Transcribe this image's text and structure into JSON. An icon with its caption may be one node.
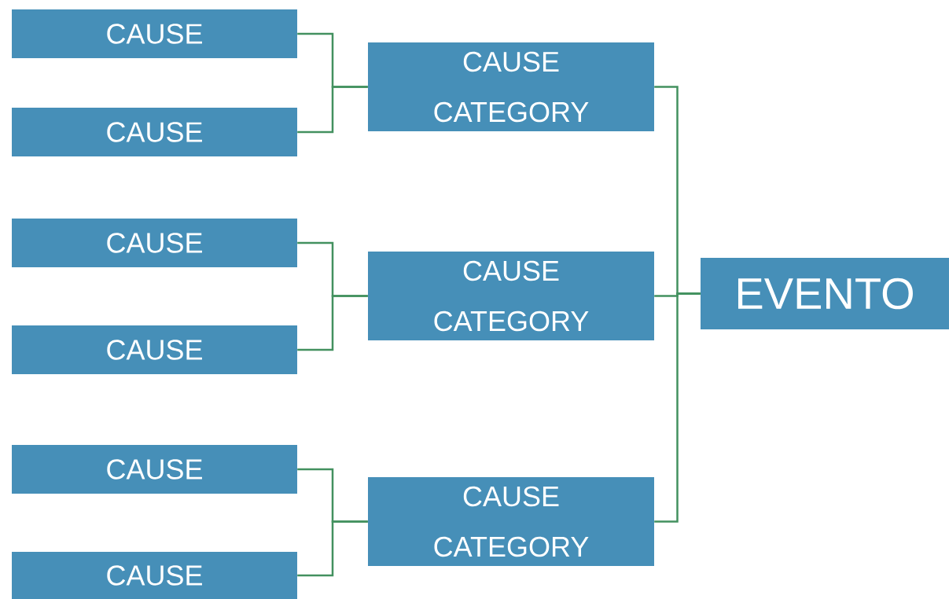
{
  "diagram": {
    "nodes": [
      {
        "text": [
          "CAUSE"
        ]
      },
      {
        "text": [
          "CAUSE"
        ]
      },
      {
        "text": [
          "CAUSE"
        ]
      },
      {
        "text": [
          "CAUSE"
        ]
      },
      {
        "text": [
          "CAUSE"
        ]
      },
      {
        "text": [
          "CAUSE"
        ]
      },
      {
        "text": [
          "CAUSE CATEGORY"
        ]
      },
      {
        "text": [
          "CAUSE CATEGORY"
        ]
      },
      {
        "text": [
          "CAUSE CATEGORY"
        ]
      },
      {
        "text": [
          "EVENTO"
        ]
      }
    ],
    "edges": [
      {
        "from": 0,
        "to": 6,
        "arrow": "none"
      },
      {
        "from": 1,
        "to": 6,
        "arrow": "none"
      },
      {
        "from": 2,
        "to": 7,
        "arrow": "none"
      },
      {
        "from": 3,
        "to": 7,
        "arrow": "none"
      },
      {
        "from": 4,
        "to": 8,
        "arrow": "none"
      },
      {
        "from": 5,
        "to": 8,
        "arrow": "none"
      },
      {
        "from": 6,
        "to": 9,
        "arrow": "none"
      },
      {
        "from": 7,
        "to": 9,
        "arrow": "none"
      },
      {
        "from": 8,
        "to": 9,
        "arrow": "none"
      }
    ]
  }
}
